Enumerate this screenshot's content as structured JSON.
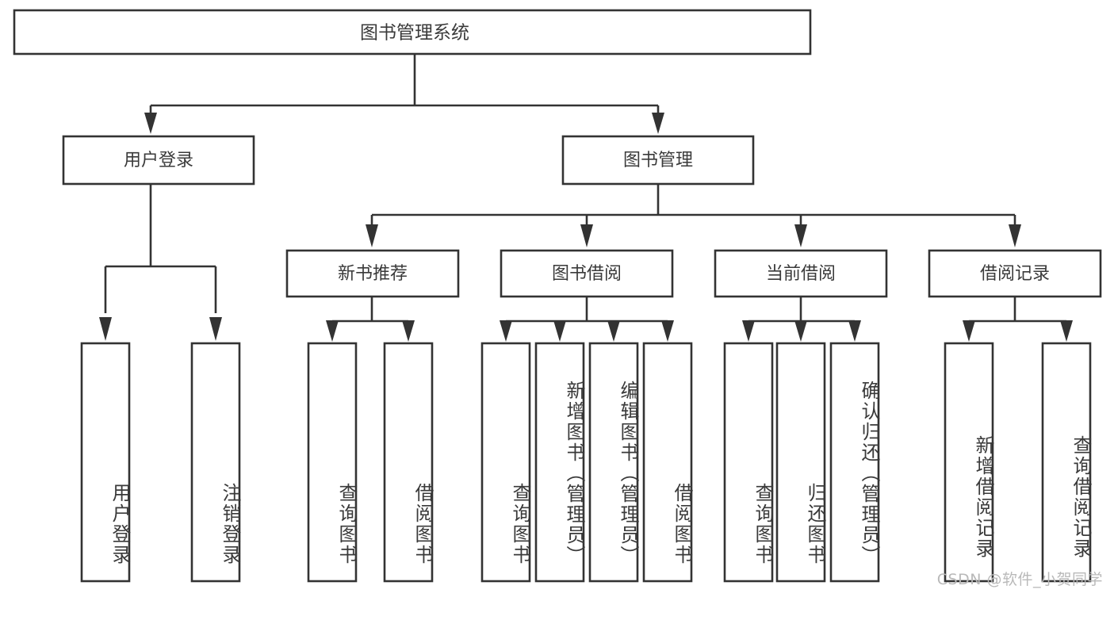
{
  "diagram": {
    "type": "tree",
    "title": "图书管理系统",
    "watermark": "CSDN @软件_小贺同学",
    "colors": {
      "background": "#ffffff",
      "box_fill": "#ffffff",
      "box_stroke": "#333333",
      "text": "#3a3a3a",
      "watermark": "#b9b9b9"
    },
    "root": {
      "label": "图书管理系统"
    },
    "level2": [
      {
        "label": "用户登录"
      },
      {
        "label": "图书管理"
      }
    ],
    "level3": [
      {
        "label": "新书推荐"
      },
      {
        "label": "图书借阅"
      },
      {
        "label": "当前借阅"
      },
      {
        "label": "借阅记录"
      }
    ],
    "leaves": {
      "user_login": [
        {
          "label": "用户登录"
        },
        {
          "label": "注销登录"
        }
      ],
      "new_book": [
        {
          "label": "查询图书"
        },
        {
          "label": "借阅图书"
        }
      ],
      "book_borrow": [
        {
          "label": "查询图书"
        },
        {
          "label": "新增图书（管理员）"
        },
        {
          "label": "编辑图书（管理员）"
        },
        {
          "label": "借阅图书"
        }
      ],
      "current_borrow": [
        {
          "label": "查询图书"
        },
        {
          "label": "归还图书"
        },
        {
          "label": "确认归还（管理员）"
        }
      ],
      "borrow_record": [
        {
          "label": "新增借阅记录"
        },
        {
          "label": "查询借阅记录"
        }
      ]
    }
  }
}
